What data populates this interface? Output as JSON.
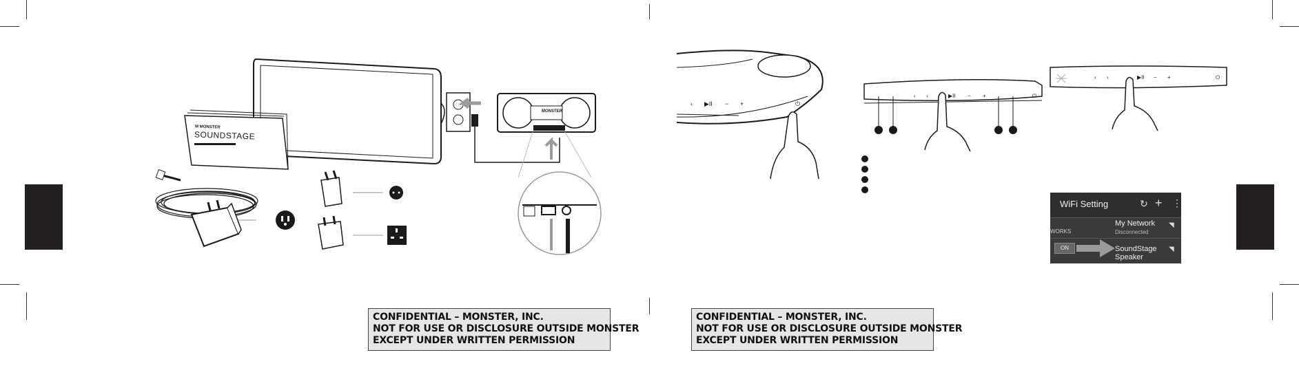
{
  "notice": {
    "line1": "CONFIDENTIAL – MONSTER, INC.",
    "line2": "NOT FOR USE OR DISCLOSURE OUTSIDE MONSTER",
    "line3": "EXCEPT UNDER WRITTEN PERMISSION"
  },
  "product": {
    "brand": "M MONSTER",
    "name": "SOUNDSTAGE",
    "speaker_badge": "MONSTER"
  },
  "buttons": {
    "play_pause": "▶II",
    "minus": "−",
    "plus": "+",
    "prev": "‹",
    "next": "›"
  },
  "wifi_setting": {
    "title": "WiFi Setting",
    "section_label": "WORKS",
    "on_label": "ON",
    "networks": [
      {
        "name": "My Network",
        "status": "Disconnected"
      },
      {
        "name": "SoundStage Speaker",
        "status": ""
      }
    ]
  },
  "colors": {
    "tab": "#231f20",
    "notice_bg": "#e6e6e6",
    "wifi_bg": "#3a3a3a",
    "arrow": "#9b9b9b"
  }
}
